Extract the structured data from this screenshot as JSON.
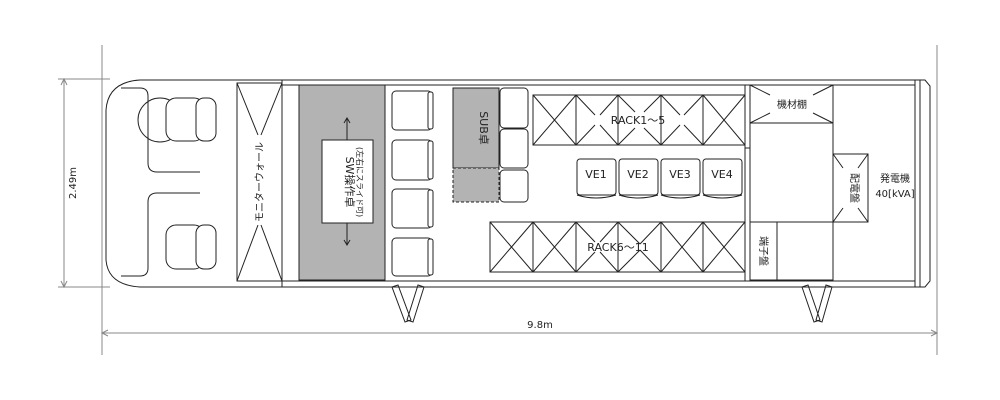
{
  "title": "OB van floor plan",
  "dimensions": {
    "width_label": "2.49m",
    "length_label": "9.8m"
  },
  "labels": {
    "monitor_wall": "モニターウォール",
    "sw_desk": "SW操作卓",
    "sw_desk_note": "(左右にスライド可)",
    "sub_desk": "SUB卓",
    "rack_upper": "RACK1～5",
    "rack_lower": "RACK6～11",
    "ve": [
      "VE1",
      "VE2",
      "VE3",
      "VE4"
    ],
    "equipment_shelf": "機材棚",
    "distribution_board": "配電盤",
    "terminal_board": "端子盤",
    "generator": "発電機",
    "generator_capacity": "40[kVA]"
  },
  "colors": {
    "desk_fill": "#b3b3b3",
    "line": "#222222",
    "dimension": "#888888"
  }
}
